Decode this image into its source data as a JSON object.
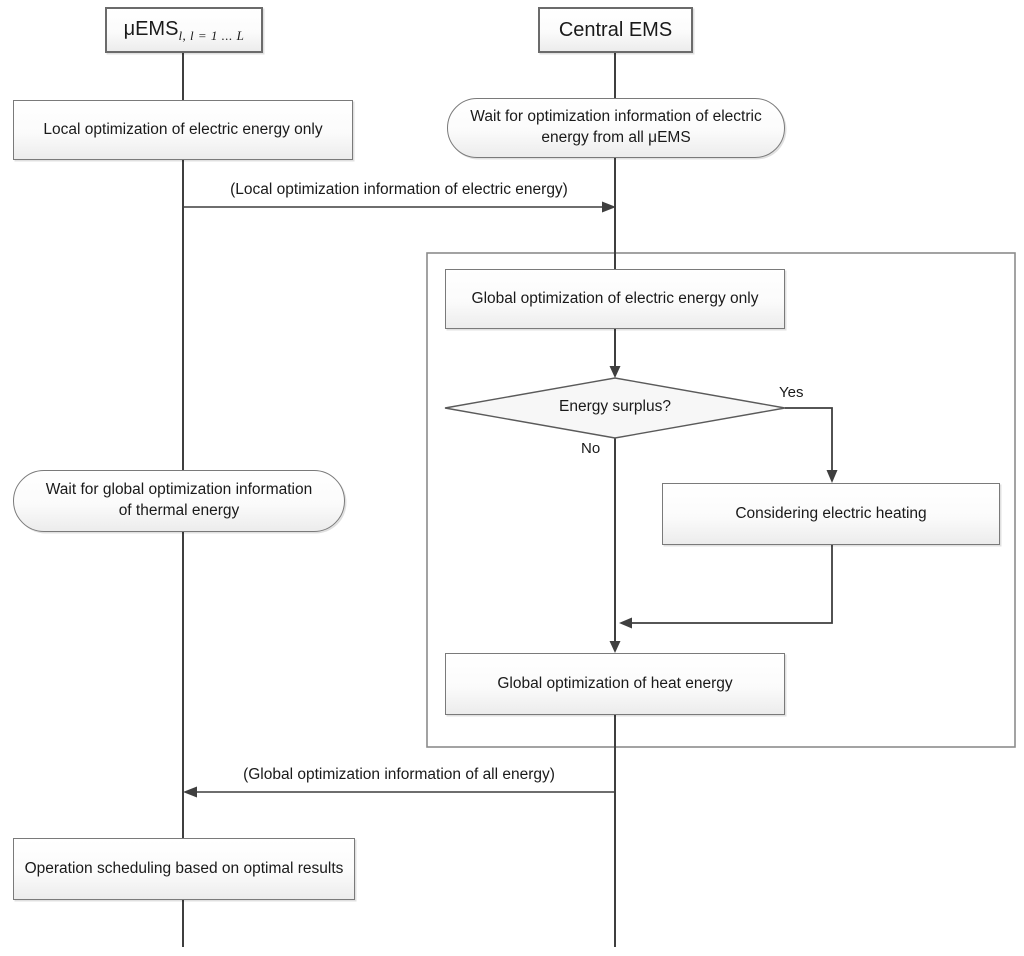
{
  "diagram": {
    "title": "Hierarchical EMS optimization sequence flowchart",
    "actors": {
      "left": {
        "name": "μEMS",
        "subscript": "l,  l = 1 ... L"
      },
      "right": {
        "label": "Central EMS"
      }
    },
    "nodes": {
      "local_opt": "Local optimization of electric energy only",
      "wait_electric": "Wait for optimization information of electric energy from all μEMS",
      "global_electric": "Global optimization of electric energy only",
      "decision": "Energy surplus?",
      "considering": "Considering electric heating",
      "global_heat": "Global optimization of heat energy",
      "wait_thermal": "Wait for global optimization information of thermal energy",
      "operation": "Operation scheduling based on optimal results"
    },
    "edges": {
      "msg_local": "(Local optimization information of electric energy)",
      "msg_global": "(Global optimization information of all energy)",
      "yes_label": "Yes",
      "no_label": "No"
    },
    "colors": {
      "line": "#3f3f3f",
      "node_border": "#7a7a7a",
      "node_fill_top": "#ffffff",
      "node_fill_bottom": "#ececec",
      "container_border": "#8c8c8c",
      "text": "#1a1a1a",
      "background": "#ffffff"
    }
  }
}
